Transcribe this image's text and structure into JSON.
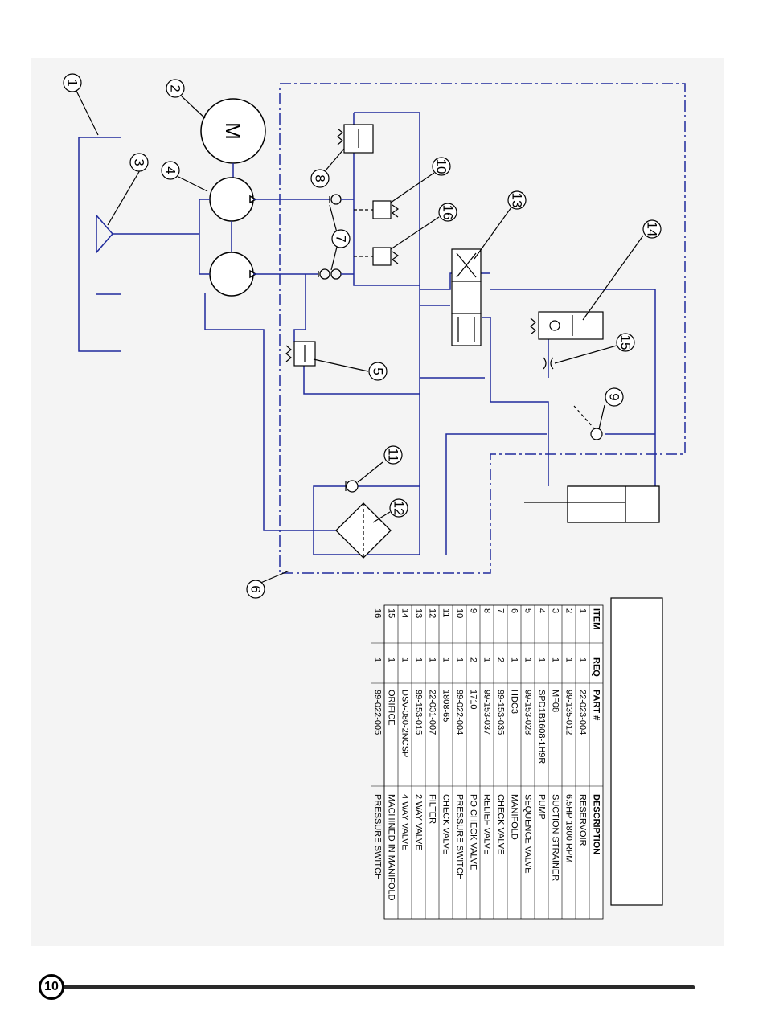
{
  "callouts": [
    "1",
    "2",
    "3",
    "4",
    "5",
    "6",
    "7",
    "8",
    "9",
    "10",
    "11",
    "12",
    "13",
    "14",
    "15",
    "16"
  ],
  "motor_label": "M",
  "parts_table": {
    "headers": {
      "item": "ITEM",
      "req": "REQ",
      "part": "PART #",
      "description": "DESCRIPTION"
    },
    "rows": [
      {
        "item": "1",
        "req": "1",
        "part": "22-023-004",
        "description": "RESERVOIR"
      },
      {
        "item": "2",
        "req": "1",
        "part": "99-135-012",
        "description": "6.5HP 1800 RPM"
      },
      {
        "item": "3",
        "req": "1",
        "part": "MF08",
        "description": "SUCTION STRAINER"
      },
      {
        "item": "4",
        "req": "1",
        "part": "SPD1B1608-1H9R",
        "description": "PUMP"
      },
      {
        "item": "5",
        "req": "1",
        "part": "99-153-028",
        "description": "SEQUENCE VALVE"
      },
      {
        "item": "6",
        "req": "1",
        "part": "HDC3",
        "description": "MANIFOLD"
      },
      {
        "item": "7",
        "req": "2",
        "part": "99-153-035",
        "description": "CHECK VALVE"
      },
      {
        "item": "8",
        "req": "1",
        "part": "99-153-037",
        "description": "RELIEF VALVE"
      },
      {
        "item": "9",
        "req": "2",
        "part": "1710",
        "description": "PO CHECK VALVE"
      },
      {
        "item": "10",
        "req": "1",
        "part": "99-022-004",
        "description": "PRESSURE SWITCH"
      },
      {
        "item": "11",
        "req": "1",
        "part": "1808-65",
        "description": "CHECK VALVE"
      },
      {
        "item": "12",
        "req": "1",
        "part": "22-031-007",
        "description": "FILTER"
      },
      {
        "item": "13",
        "req": "1",
        "part": "99-153-015",
        "description": "2 WAY VALVE"
      },
      {
        "item": "14",
        "req": "1",
        "part": "DSV-080-2NCSP",
        "description": "4 WAY VALVE"
      },
      {
        "item": "15",
        "req": "1",
        "part": "ORIFICE",
        "description": "MACHINED IN MANIFOLD"
      },
      {
        "item": "16",
        "req": "1",
        "part": "99-022-005",
        "description": "PRESSURE SWITCH"
      }
    ]
  },
  "page_number": "10",
  "colors": {
    "line": "#1f2a9c",
    "ink": "#000000",
    "sheet": "#f4f4f4"
  }
}
